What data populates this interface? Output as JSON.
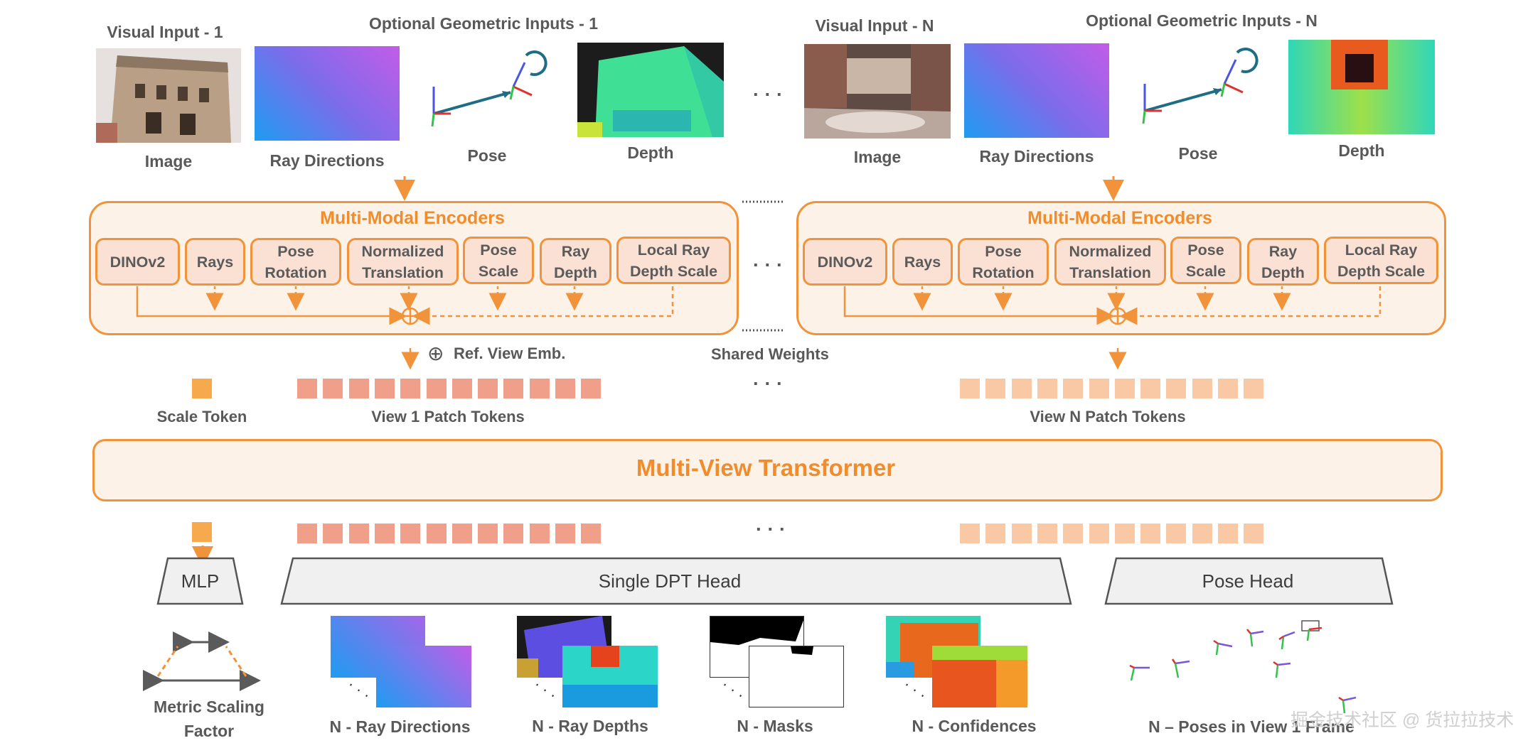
{
  "top": {
    "group1": {
      "visual_title": "Visual Input - 1",
      "geom_title": "Optional Geometric Inputs - 1"
    },
    "groupN": {
      "visual_title": "Visual Input - N",
      "geom_title": "Optional Geometric Inputs - N"
    },
    "labels": {
      "image": "Image",
      "ray_directions": "Ray Directions",
      "pose": "Pose",
      "depth": "Depth"
    },
    "ellipsis": "· · ·"
  },
  "encoders": {
    "title": "Multi-Modal Encoders",
    "modules": [
      "DINOv2",
      "Rays",
      "Pose\nRotation",
      "Normalized\nTranslation",
      "Pose\nScale",
      "Ray\nDepth",
      "Local Ray\nDepth Scale"
    ],
    "shared_weights": "Shared Weights",
    "ref_view_emb": "Ref. View Emb.",
    "plus_symbol": "⊕"
  },
  "tokens": {
    "scale_token": "Scale Token",
    "view1": "View 1 Patch Tokens",
    "viewN": "View N Patch Tokens"
  },
  "transformer": {
    "title": "Multi-View Transformer"
  },
  "heads": {
    "mlp": "MLP",
    "dpt": "Single DPT Head",
    "pose": "Pose Head"
  },
  "outputs": {
    "metric": "Metric Scaling\nFactor",
    "ray_dirs": "N - Ray Directions",
    "ray_depths": "N - Ray Depths",
    "masks": "N - Masks",
    "confidences": "N - Confidences",
    "poses": "N – Poses in View 1 Frame"
  },
  "watermark": "掘金技术社区 @ 货拉拉技术",
  "colors": {
    "orange": "#f0933a",
    "orange_text": "#f08c2c",
    "encoder_fill": "#fdf2e7",
    "module_fill": "#fbe1d4",
    "token_view1": "#f0a08a",
    "token_viewN": "#f9c9a6",
    "scale_token": "#f7a94e"
  }
}
